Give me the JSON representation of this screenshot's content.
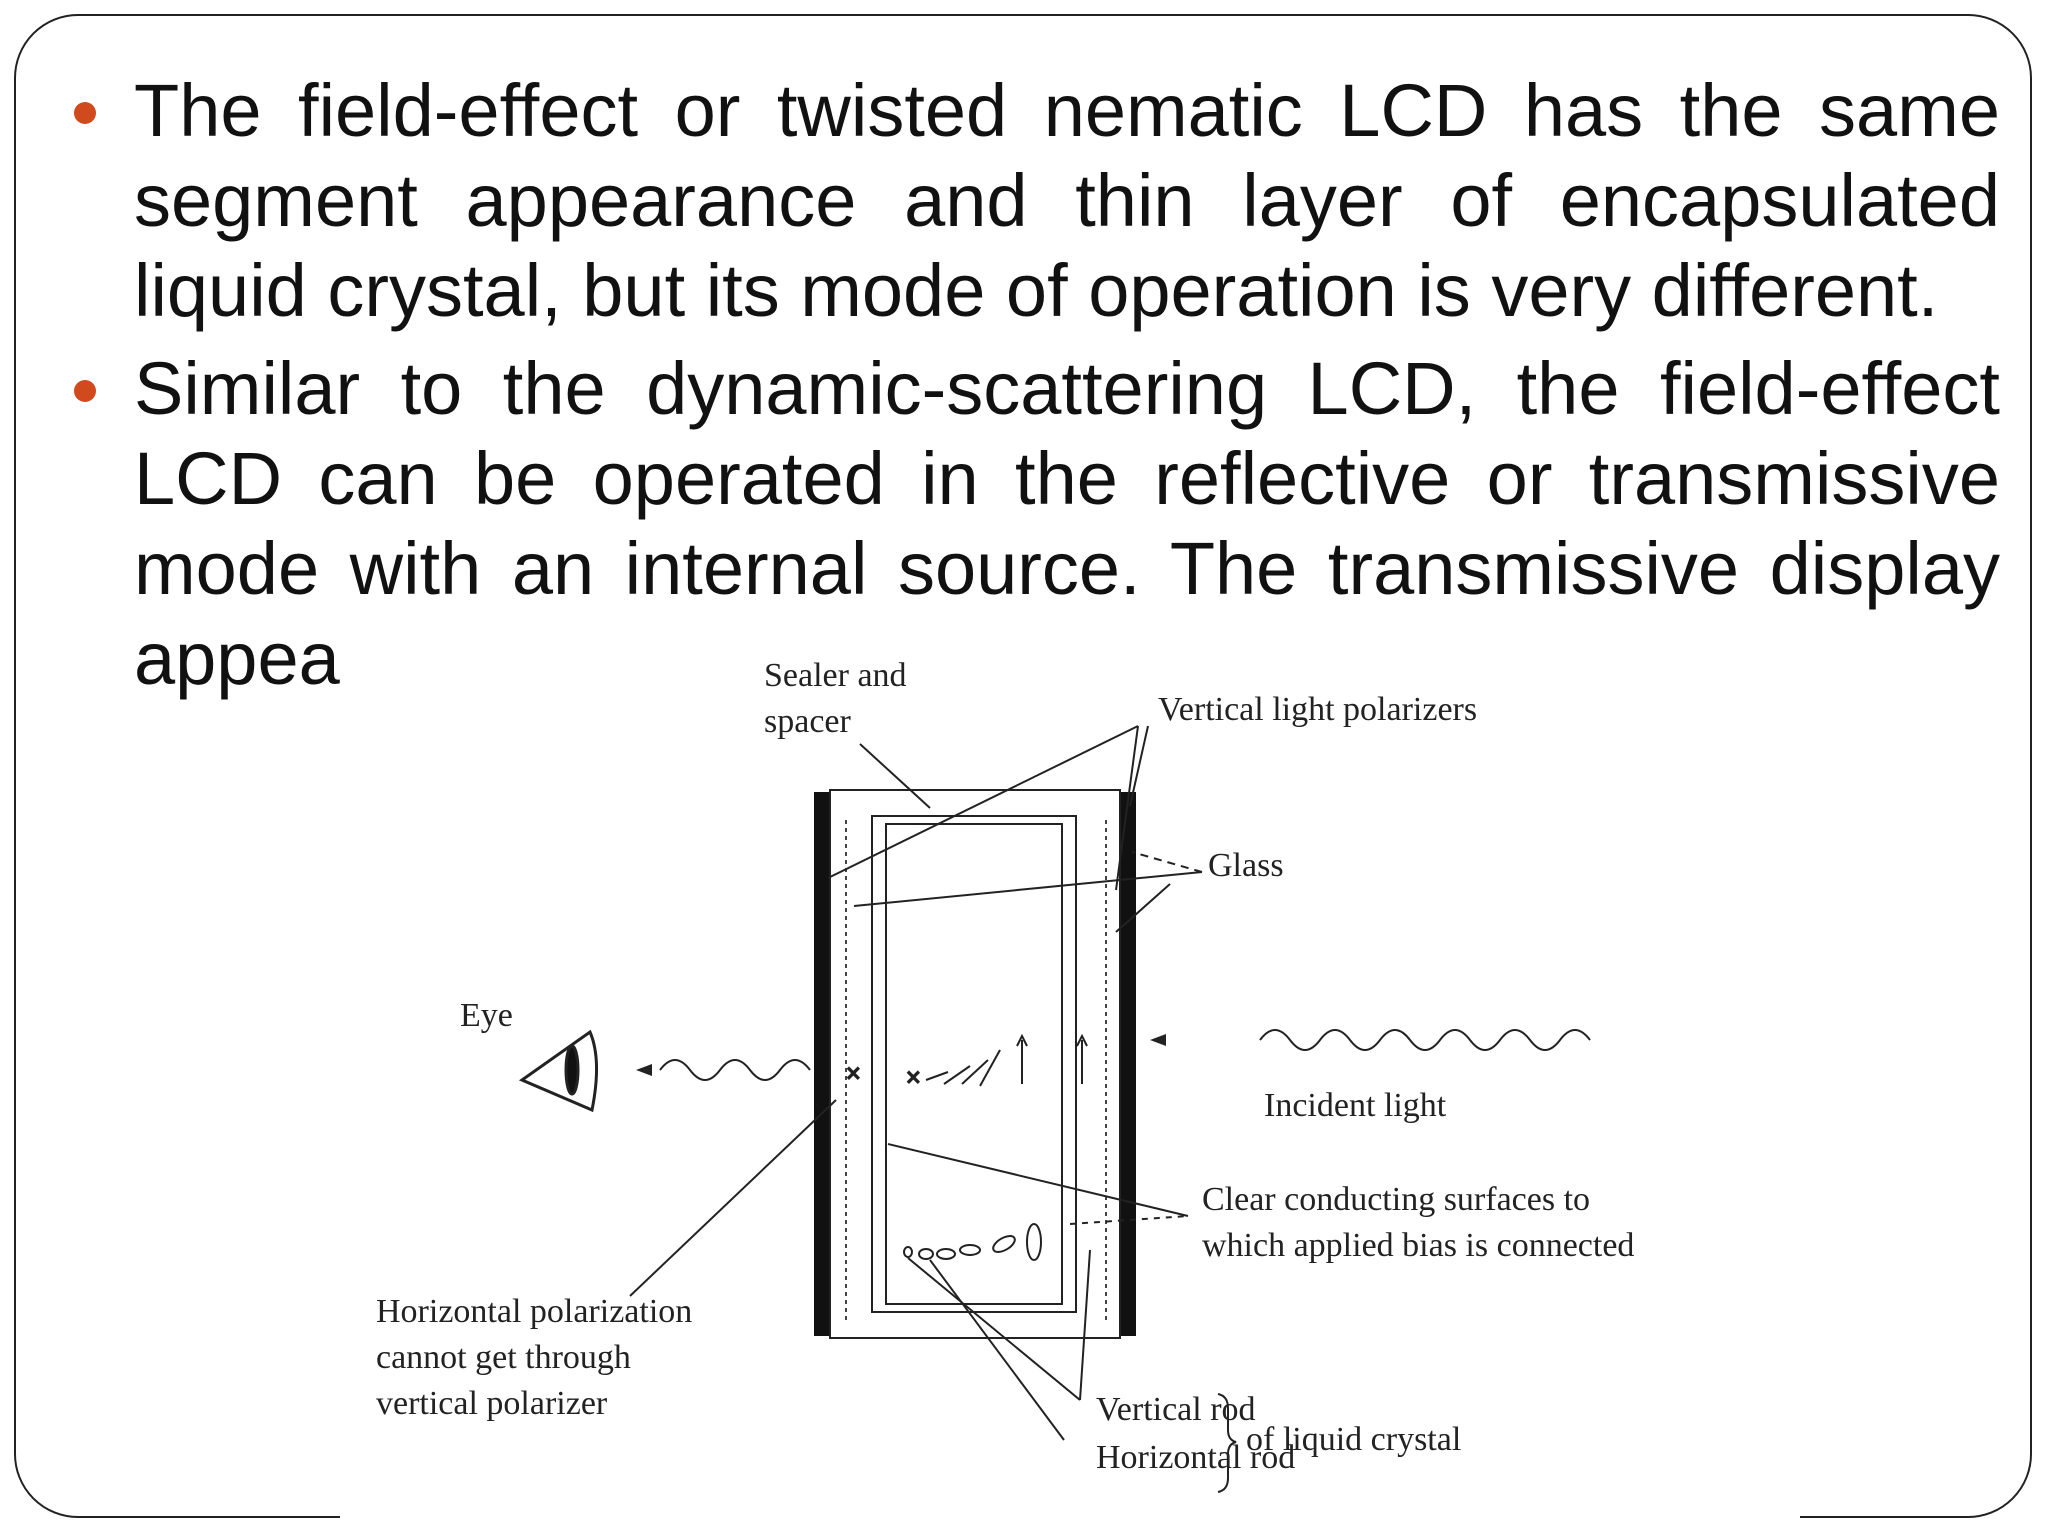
{
  "slide": {
    "bullet_color": "#d04a1e",
    "bullets": [
      "The field-effect or twisted nematic LCD has the same segment appearance and thin layer of encapsulated liquid crystal, but its mode of operation is very different.",
      "Similar to the dynamic-scattering LCD, the field-effect LCD can be operated in the reflective or transmissive mode with an internal source. The transmissive display appear"
    ]
  },
  "figure": {
    "labels": {
      "sealer_line1": "Sealer and",
      "sealer_line2": "spacer",
      "vertical_polarizers": "Vertical light polarizers",
      "glass": "Glass",
      "eye": "Eye",
      "incident_light": "Incident light",
      "clear_line1": "Clear conducting surfaces to",
      "clear_line2": "which applied bias is connected",
      "horizontal_line1": "Horizontal polarization",
      "horizontal_line2": "cannot get through",
      "horizontal_line3": "vertical polarizer",
      "vertical_rod": "Vertical rod",
      "horizontal_rod": "Horizontal rod",
      "of_liquid_crystal": "of liquid crystal"
    }
  }
}
